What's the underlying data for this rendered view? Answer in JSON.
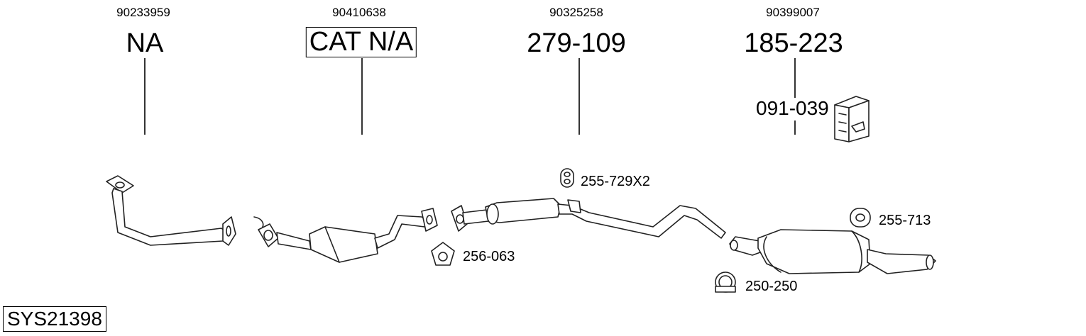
{
  "oe_numbers": [
    "90233959",
    "90410638",
    "90325258",
    "90399007"
  ],
  "parts": {
    "front_pipe": "NA",
    "catalyst": "CAT N/A",
    "centre_silencer": "279-109",
    "rear_silencer": "185-223",
    "fitting_kit": "091-039"
  },
  "fittings": {
    "rubber_mount_front": "255-729X2",
    "gasket": "256-063",
    "rubber_mount_rear": "255-713",
    "clamp": "250-250"
  },
  "system_code": "SYS21398"
}
